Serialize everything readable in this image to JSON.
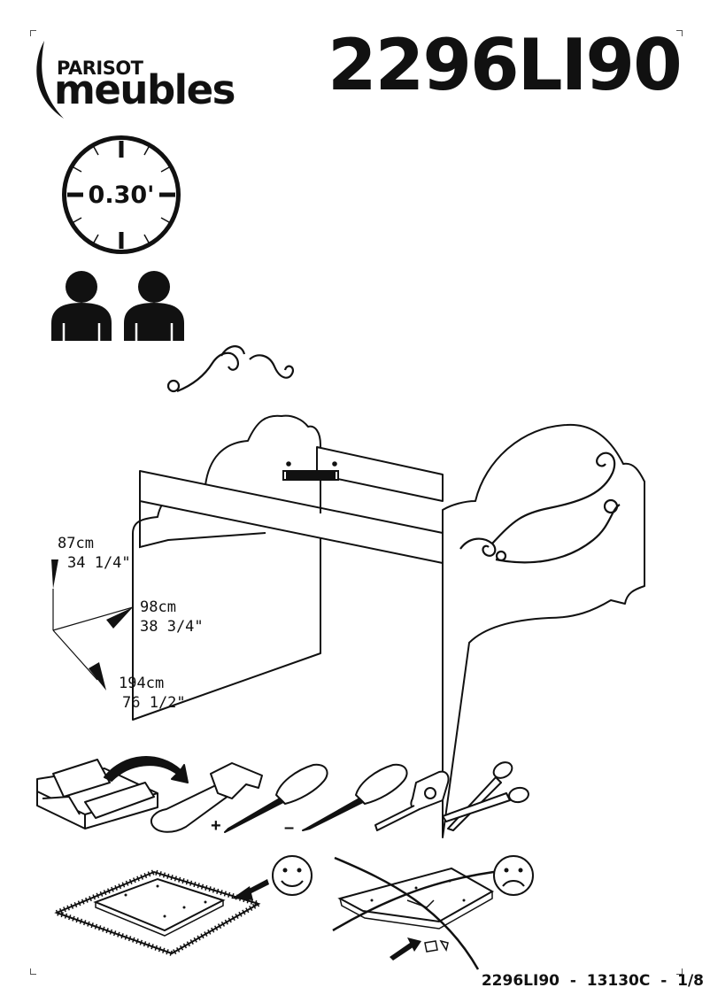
{
  "header": {
    "brand_small": "PARISOT",
    "brand_large": "meubles",
    "model": "2296LI90"
  },
  "assembly_time": "0.30'",
  "people_count": 2,
  "dimensions": {
    "height_cm": "87cm",
    "height_in": "34 1/4\"",
    "width_cm": "98cm",
    "width_in": "38 3/4\"",
    "length_cm": "194cm",
    "length_in": "76 1/2\""
  },
  "tools": {
    "plus_sign": "+",
    "minus_sign": "–"
  },
  "icons": [
    "toolbox-icon",
    "hammer-icon",
    "phillips-screwdriver-icon",
    "flat-screwdriver-icon",
    "tape-measure-icon",
    "scissors-icon",
    "happy-face-icon",
    "sad-face-icon",
    "clock-icon",
    "person-icon"
  ],
  "footer": {
    "model": "2296LI90",
    "separator": "-",
    "reference": "13130C",
    "page": "1/8"
  }
}
